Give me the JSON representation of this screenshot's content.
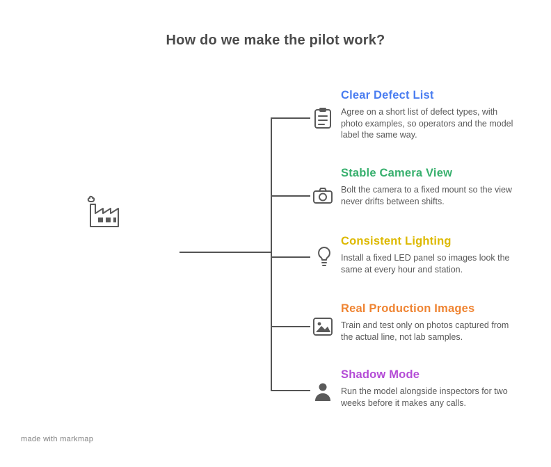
{
  "title": "How do we make the pilot work?",
  "root": {
    "icon": "factory-icon"
  },
  "branches": [
    {
      "title": "Clear Defect List",
      "color": "#4a7df0",
      "icon": "clipboard-icon",
      "description": "Agree on a short list of defect types, with photo examples, so operators and the model label the same way."
    },
    {
      "title": "Stable Camera View",
      "color": "#38b06e",
      "icon": "camera-icon",
      "description": "Bolt the camera to a fixed mount so the view never drifts between shifts."
    },
    {
      "title": "Consistent Lighting",
      "color": "#ddb900",
      "icon": "lightbulb-icon",
      "description": "Install a fixed LED panel so images look the same at every hour and station."
    },
    {
      "title": "Real Production Images",
      "color": "#ef8432",
      "icon": "picture-icon",
      "description": "Train and test only on photos captured from the actual line, not lab samples."
    },
    {
      "title": "Shadow Mode",
      "color": "#b44bd6",
      "icon": "person-icon",
      "description": "Run the model alongside inspectors for two weeks before it makes any calls."
    }
  ],
  "watermark": "made with markmap",
  "colors": {
    "line": "#545454",
    "body_text": "#595959",
    "title_text": "#4b4b4b"
  }
}
